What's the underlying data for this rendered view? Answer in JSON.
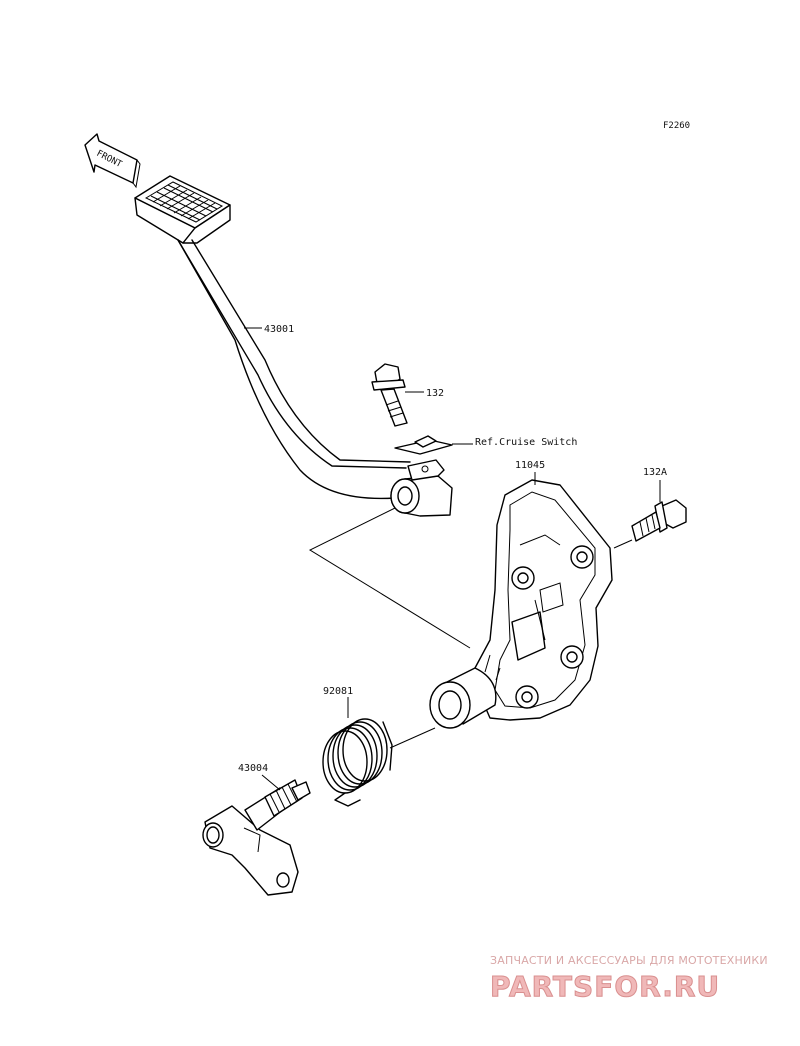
{
  "figure_code": "F2260",
  "front_arrow_text": "FRONT",
  "parts": [
    {
      "number": "43001"
    },
    {
      "number": "132"
    },
    {
      "number": "11045"
    },
    {
      "number": "132A"
    },
    {
      "number": "92081"
    },
    {
      "number": "43004"
    }
  ],
  "reference_note": "Ref.Cruise Switch",
  "watermark": {
    "tagline": "ЗАПЧАСТИ И АКСЕССУАРЫ ДЛЯ МОТОТЕХНИКИ",
    "brand": "PARTSFOR.RU"
  }
}
